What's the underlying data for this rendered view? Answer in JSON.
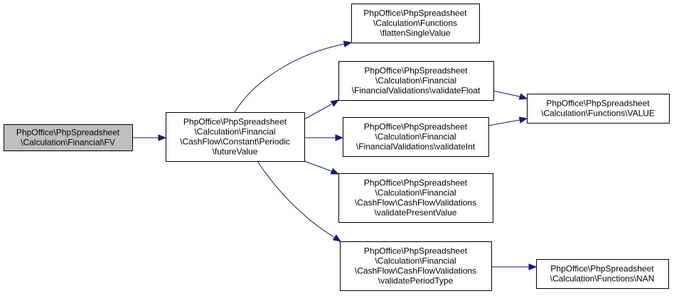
{
  "nodes": [
    {
      "id": "fv",
      "lines": [
        "PhpOffice\\PhpSpreadsheet",
        "\\Calculation\\Financial\\FV"
      ],
      "highlighted": true
    },
    {
      "id": "futureValue",
      "lines": [
        "PhpOffice\\PhpSpreadsheet",
        "\\Calculation\\Financial",
        "\\CashFlow\\Constant\\Periodic",
        "\\futureValue"
      ]
    },
    {
      "id": "flattenSingleValue",
      "lines": [
        "PhpOffice\\PhpSpreadsheet",
        "\\Calculation\\Functions",
        "\\flattenSingleValue"
      ]
    },
    {
      "id": "validateFloat",
      "lines": [
        "PhpOffice\\PhpSpreadsheet",
        "\\Calculation\\Financial",
        "\\FinancialValidations\\validateFloat"
      ]
    },
    {
      "id": "validateInt",
      "lines": [
        "PhpOffice\\PhpSpreadsheet",
        "\\Calculation\\Financial",
        "\\FinancialValidations\\validateInt"
      ]
    },
    {
      "id": "validatePresentValue",
      "lines": [
        "PhpOffice\\PhpSpreadsheet",
        "\\Calculation\\Financial",
        "\\CashFlow\\CashFlowValidations",
        "\\validatePresentValue"
      ]
    },
    {
      "id": "validatePeriodType",
      "lines": [
        "PhpOffice\\PhpSpreadsheet",
        "\\Calculation\\Financial",
        "\\CashFlow\\CashFlowValidations",
        "\\validatePeriodType"
      ]
    },
    {
      "id": "VALUE",
      "lines": [
        "PhpOffice\\PhpSpreadsheet",
        "\\Calculation\\Functions\\VALUE"
      ]
    },
    {
      "id": "NAN",
      "lines": [
        "PhpOffice\\PhpSpreadsheet",
        "\\Calculation\\Functions\\NAN"
      ]
    }
  ],
  "edges": [
    {
      "from": "fv",
      "to": "futureValue"
    },
    {
      "from": "futureValue",
      "to": "flattenSingleValue"
    },
    {
      "from": "futureValue",
      "to": "validateFloat"
    },
    {
      "from": "futureValue",
      "to": "validateInt"
    },
    {
      "from": "futureValue",
      "to": "validatePresentValue"
    },
    {
      "from": "futureValue",
      "to": "validatePeriodType"
    },
    {
      "from": "validateFloat",
      "to": "VALUE"
    },
    {
      "from": "validateInt",
      "to": "VALUE"
    },
    {
      "from": "validatePeriodType",
      "to": "NAN"
    }
  ]
}
